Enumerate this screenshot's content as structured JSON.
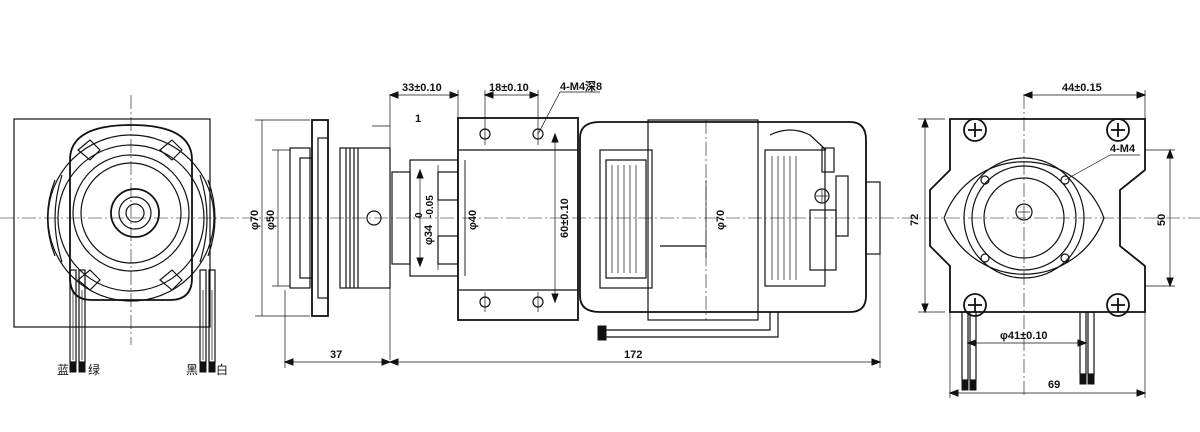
{
  "dimensions": {
    "flange_offset": "33±0.10",
    "hole_spacing_top": "18±0.10",
    "tapped_holes_side": "4-M4深8",
    "gap": "1",
    "flange_dia": "φ70",
    "hub_dia": "φ50",
    "shaft_boss_dia": "φ34",
    "shaft_boss_tol_upper": "0",
    "shaft_boss_tol_lower": "-0.05",
    "body_dia_inner": "φ40",
    "mount_spacing": "60±0.10",
    "motor_dia": "φ70",
    "shaft_length": "37",
    "overall_length": "172",
    "rear_top_spacing": "44±0.15",
    "rear_tapped_holes": "4-M4",
    "rear_height": "72",
    "rear_inner_height": "50",
    "rear_bore_dia": "φ41±0.10",
    "rear_width": "69"
  },
  "wire_labels": {
    "blue": "蓝",
    "green": "绿",
    "black": "黑",
    "white": "白"
  }
}
